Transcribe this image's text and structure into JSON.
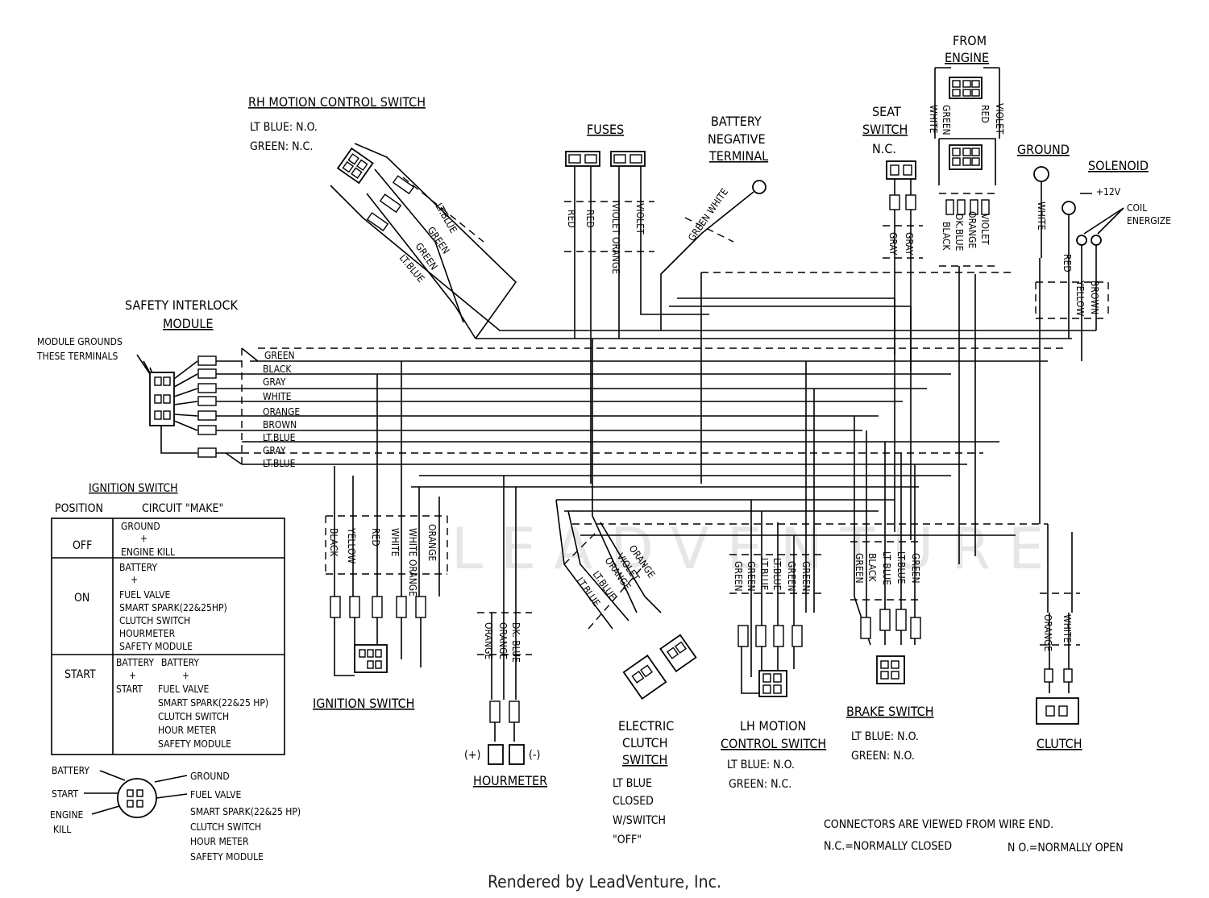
{
  "watermark": "LEADVENTURE",
  "footer": "Rendered by LeadVenture, Inc.",
  "rh_switch": {
    "title": "RH MOTION CONTROL SWITCH",
    "line1": "LT BLUE: N.O.",
    "line2": "GREEN: N.C.",
    "wires": [
      "LT.BLUE",
      "GREEN",
      "GREEN",
      "LT.BLUE"
    ]
  },
  "fuses": {
    "title": "FUSES",
    "wires": [
      "RED",
      "RED",
      "VIOLET ORANGE",
      "VIOLET"
    ]
  },
  "battery_neg": {
    "title_l1": "BATTERY",
    "title_l2": "NEGATIVE",
    "title_l3": "TERMINAL",
    "wire": "GREEN WHITE"
  },
  "seat_switch": {
    "title_l1": "SEAT",
    "title_l2": "SWITCH",
    "title_l3": "N.C.",
    "wires": [
      "GRAY",
      "GRAY"
    ]
  },
  "from_engine": {
    "title_l1": "FROM",
    "title_l2": "ENGINE",
    "top_wires": [
      "WHITE",
      "GREEN",
      "RED",
      "VIOLET"
    ],
    "bottom_wires": [
      "BLACK",
      "DK.BLUE",
      "ORANGE",
      "VIOLET"
    ]
  },
  "ground": {
    "title": "GROUND",
    "wire": "WHITE"
  },
  "solenoid": {
    "title": "SOLENOID",
    "plus12": "+12V",
    "coil_l1": "COIL",
    "coil_l2": "ENERGIZE",
    "wires": [
      "RED",
      "YELLOW",
      "BROWN"
    ]
  },
  "safety_module": {
    "title_l1": "SAFETY INTERLOCK",
    "title_l2": "MODULE",
    "note_l1": "MODULE GROUNDS",
    "note_l2": "THESE TERMINALS",
    "wires": [
      "GREEN",
      "BLACK",
      "GRAY",
      "WHITE",
      "ORANGE",
      "BROWN",
      "LT.BLUE",
      "GRAY",
      "LT.BLUE"
    ]
  },
  "ignition_table": {
    "title": "IGNITION SWITCH",
    "col_position": "POSITION",
    "col_circuit": "CIRCUIT \"MAKE\"",
    "off": {
      "position": "OFF",
      "l1": "GROUND",
      "l2": "+",
      "l3": "ENGINE KILL"
    },
    "on": {
      "position": "ON",
      "lines": [
        "BATTERY",
        "+",
        "FUEL VALVE",
        "SMART SPARK(22&25HP)",
        "CLUTCH SWITCH",
        "HOURMETER",
        "SAFETY MODULE"
      ]
    },
    "start": {
      "position": "START",
      "col1": [
        "BATTERY",
        "+",
        "START"
      ],
      "col2": [
        "BATTERY",
        "+",
        "FUEL VALVE",
        "SMART SPARK(22&25 HP)",
        "CLUTCH SWITCH",
        "HOUR METER",
        "SAFETY MODULE"
      ]
    }
  },
  "key_symbol": {
    "battery": "BATTERY",
    "start": "START",
    "engine_l1": "ENGINE",
    "engine_l2": "KILL",
    "ground": "GROUND",
    "right_lines": [
      "FUEL VALVE",
      "SMART SPARK(22&25 HP)",
      "CLUTCH SWITCH",
      "HOUR METER",
      "SAFETY MODULE"
    ]
  },
  "ignition_switch": {
    "title": "IGNITION SWITCH",
    "wires": [
      "BLACK",
      "YELLOW",
      "RED",
      "WHITE",
      "WHITE ORANGE",
      "ORANGE"
    ]
  },
  "hourmeter": {
    "title": "HOURMETER",
    "plus": "(+)",
    "minus": "(-)",
    "wires": [
      "ORANGE",
      "ORANGE",
      "DK. BLUE"
    ]
  },
  "clutch_switch": {
    "title_l1": "ELECTRIC",
    "title_l2": "CLUTCH",
    "title_l3": "SWITCH",
    "note_l1": "LT BLUE",
    "note_l2": "CLOSED",
    "note_l3": "W/SWITCH",
    "note_l4": "\"OFF\"",
    "wires": [
      "LT.BLUE",
      "LT.BLUE",
      "ORANGE",
      "VIOLET",
      "ORANGE"
    ]
  },
  "lh_switch": {
    "title_l1": "LH MOTION",
    "title_l2": "CONTROL SWITCH",
    "line1": "LT BLUE: N.O.",
    "line2": "GREEN: N.C.",
    "wires": [
      "GREEN",
      "GREEN",
      "LT.BLUE",
      "LT.BLUE",
      "GREEN",
      "GREEN"
    ]
  },
  "brake_switch": {
    "title": "BRAKE SWITCH",
    "line1": "LT BLUE: N.O.",
    "line2": "GREEN: N.O.",
    "wires": [
      "GREEN",
      "BLACK",
      "LT BLUE",
      "LT.BLUE",
      "GREEN"
    ]
  },
  "clutch": {
    "title": "CLUTCH",
    "wires": [
      "ORANGE",
      "WHITE"
    ]
  },
  "notes": {
    "line1": "CONNECTORS ARE VIEWED FROM WIRE END.",
    "nc": "N.C.=NORMALLY CLOSED",
    "no": "N O.=NORMALLY OPEN"
  }
}
